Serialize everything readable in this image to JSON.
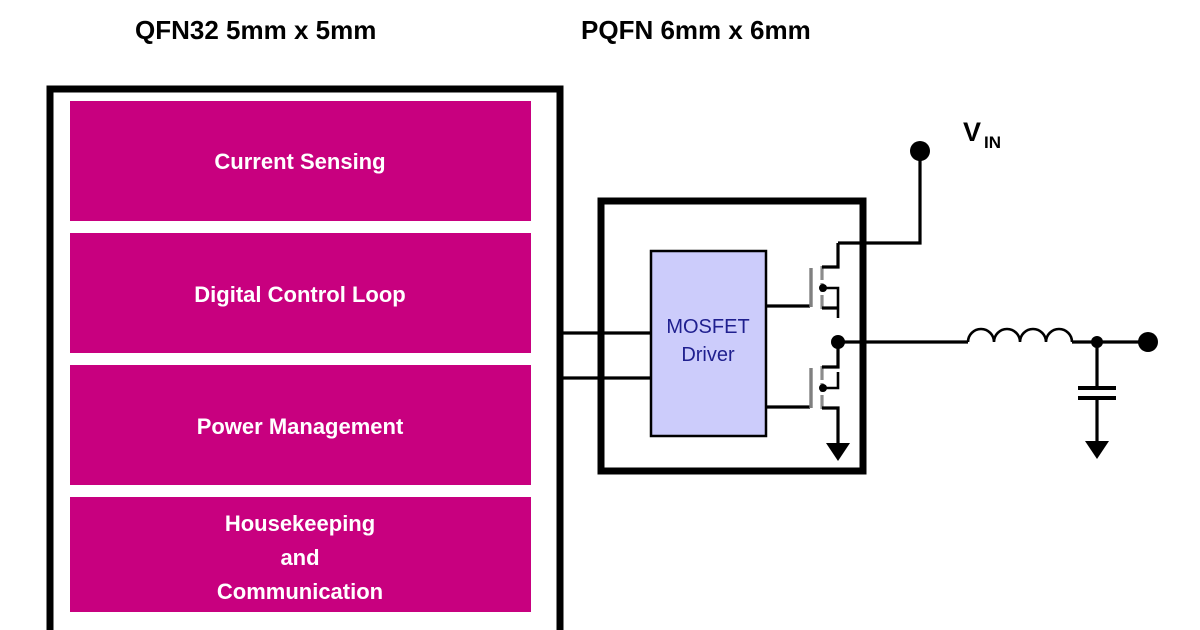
{
  "titles": {
    "left_package": "QFN32 5mm x 5mm",
    "right_package": "PQFN 6mm x 6mm"
  },
  "colors": {
    "block_fill": "#c8007f",
    "block_text": "#ffffff",
    "driver_fill": "#ccccfb",
    "driver_text": "#1f1f8f",
    "outline": "#000000",
    "wire": "#000000",
    "gate": "#808080"
  },
  "controller": {
    "name": "QFN32 controller die",
    "blocks": [
      {
        "label": "Current Sensing",
        "lines": [
          "Current Sensing"
        ]
      },
      {
        "label": "Digital Control Loop",
        "lines": [
          "Digital Control Loop"
        ]
      },
      {
        "label": "Power Management",
        "lines": [
          "Power Management"
        ]
      },
      {
        "label": "Housekeeping and Communication",
        "lines": [
          "Housekeeping",
          "and",
          "Communication"
        ]
      }
    ]
  },
  "power_stage": {
    "name": "PQFN power stage",
    "driver": {
      "lines": [
        "MOSFET",
        "Driver"
      ]
    },
    "devices": [
      "high-side-mosfet",
      "low-side-mosfet"
    ],
    "ground_symbols": 2
  },
  "nets": {
    "supply_label_main": "V",
    "supply_label_sub": "IN",
    "switch_node": "switch-node",
    "output_node": "output-node",
    "interconnect_count": 2
  },
  "external_components": {
    "inductor": {
      "name": "output-inductor",
      "arcs": 4
    },
    "capacitor": {
      "name": "output-capacitor",
      "plates": 2
    }
  }
}
